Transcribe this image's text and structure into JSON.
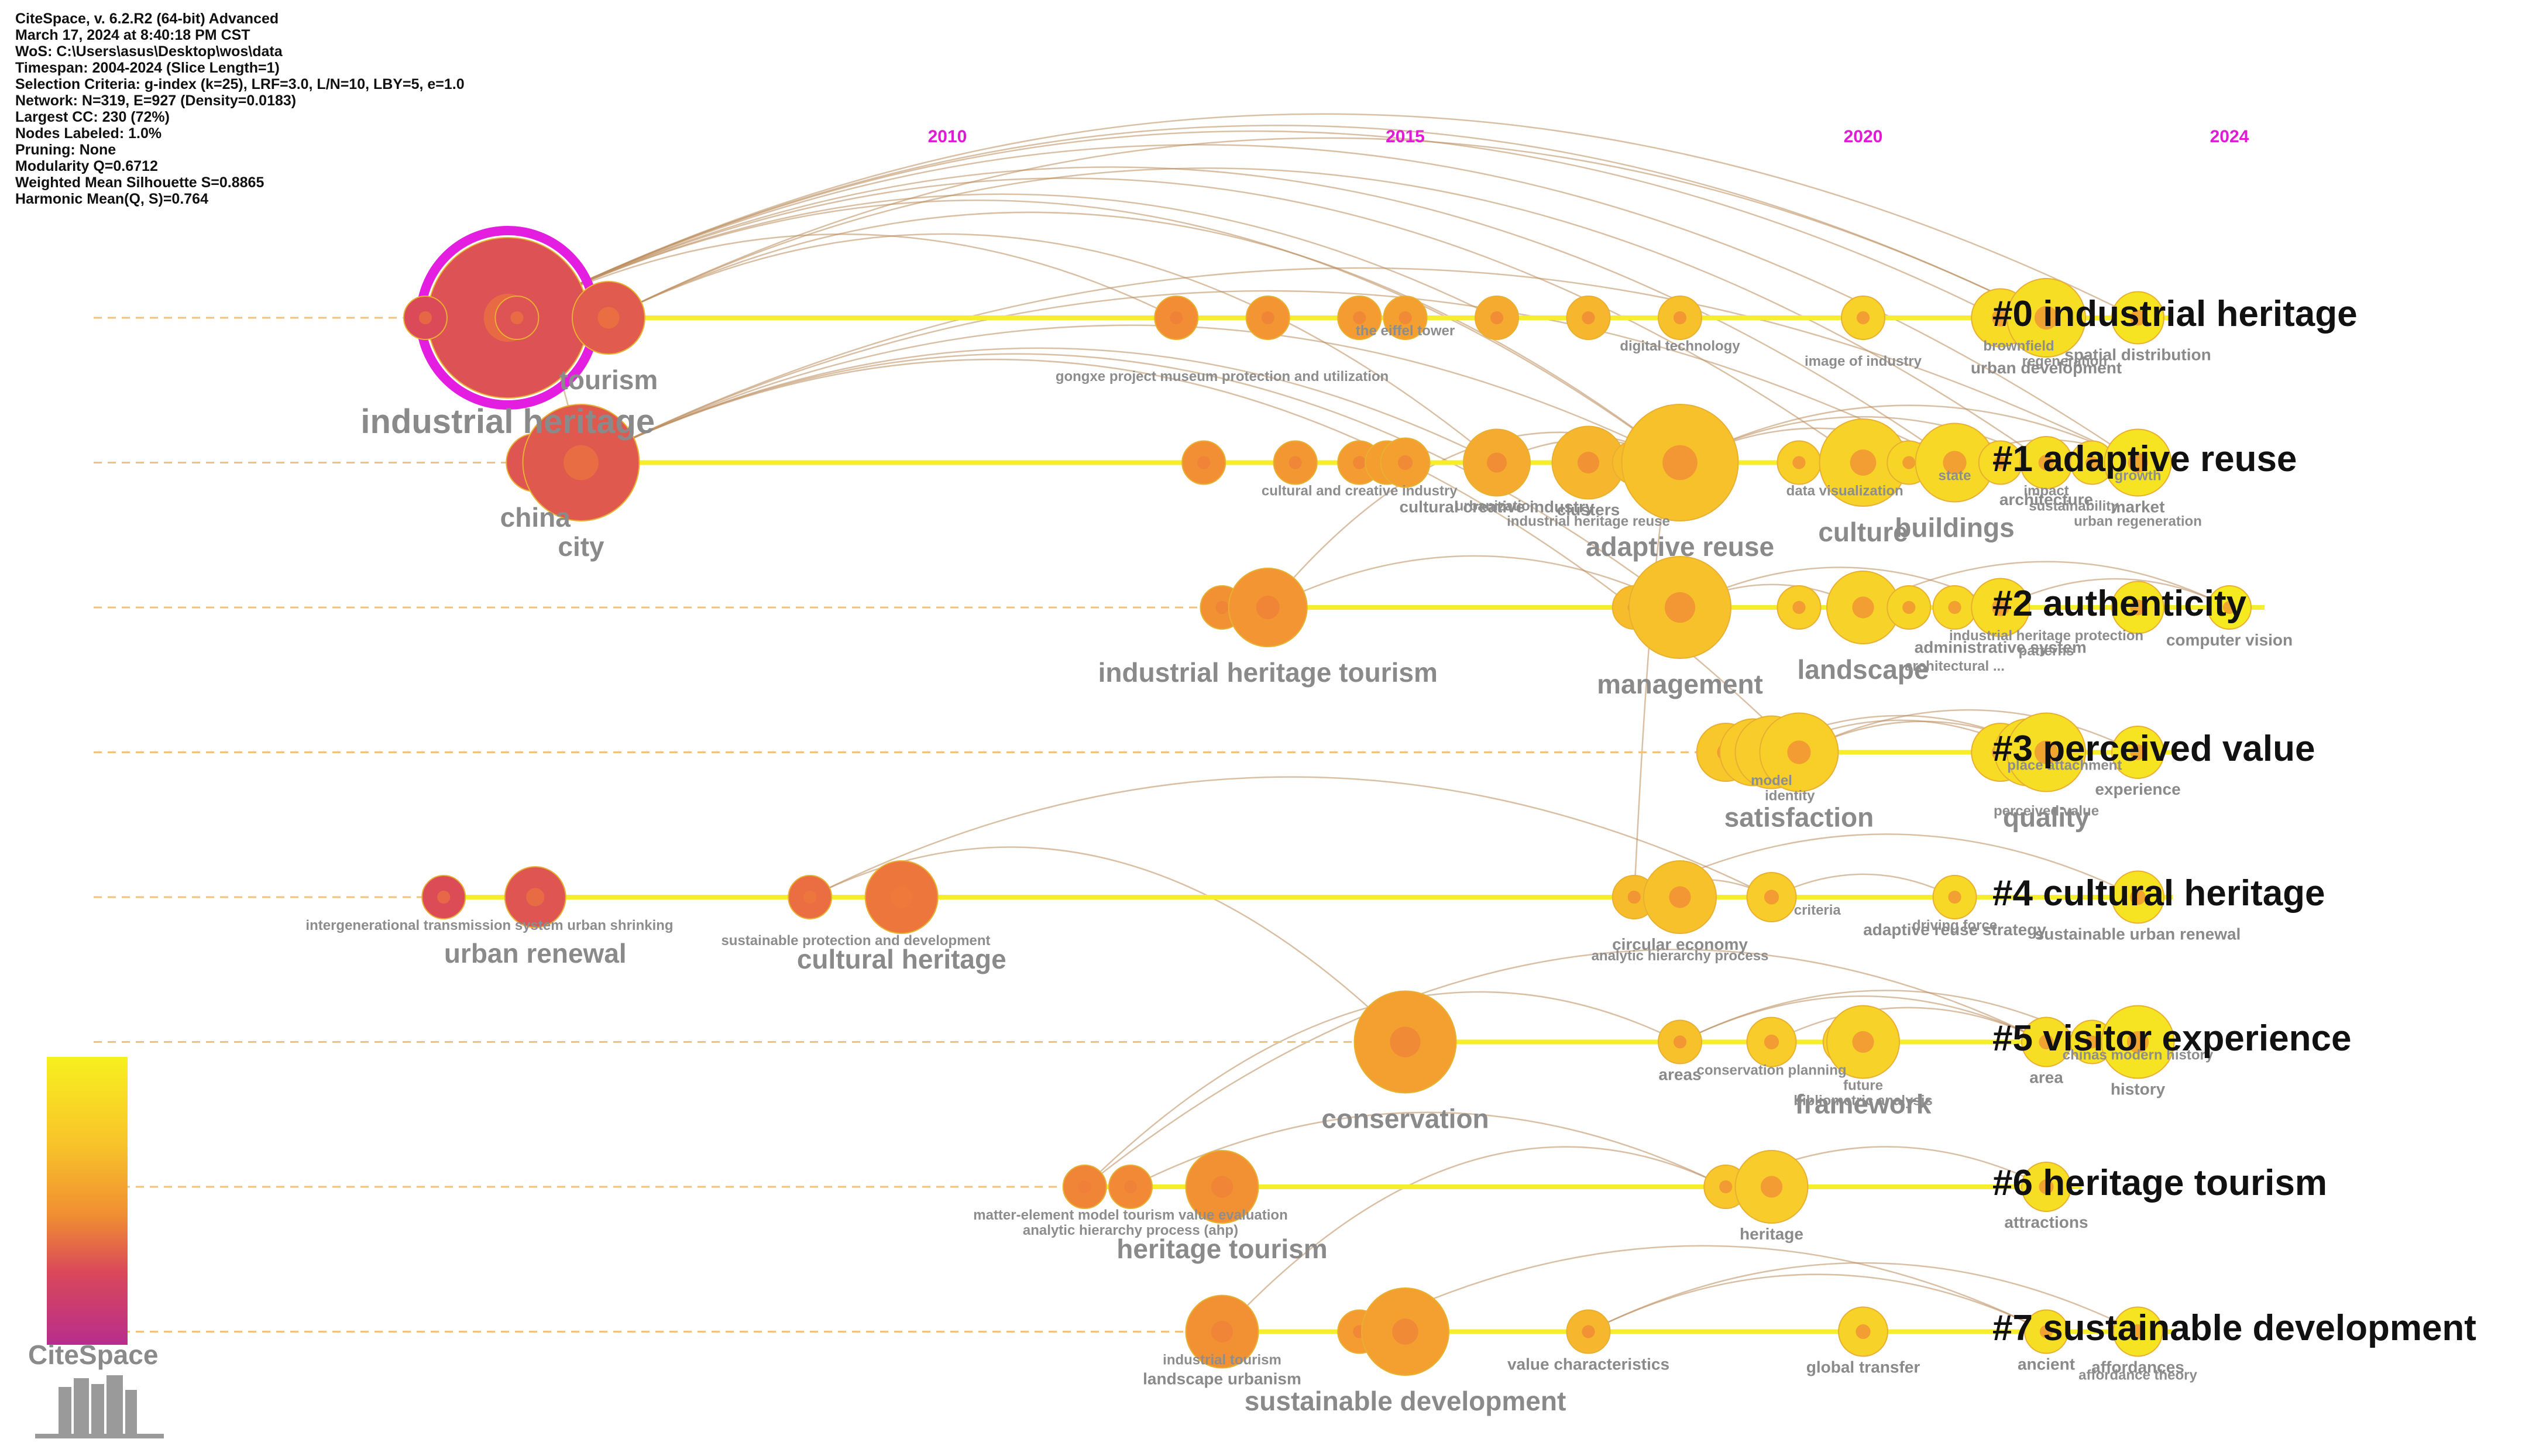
{
  "meta_lines": [
    "CiteSpace, v. 6.2.R2 (64-bit) Advanced",
    "March 17, 2024 at 8:40:18 PM CST",
    "WoS: C:\\Users\\asus\\Desktop\\wos\\data",
    "Timespan: 2004-2024 (Slice Length=1)",
    "Selection Criteria: g-index (k=25), LRF=3.0, L/N=10, LBY=5, e=1.0",
    "Network: N=319, E=927 (Density=0.0183)",
    "Largest CC: 230 (72%)",
    "Nodes Labeled: 1.0%",
    "Pruning: None",
    "Modularity Q=0.6712",
    "Weighted Mean Silhouette S=0.8865",
    "Harmonic Mean(Q, S)=0.764"
  ],
  "years": [
    {
      "label": "2010",
      "year": 2010
    },
    {
      "label": "2015",
      "year": 2015
    },
    {
      "label": "2020",
      "year": 2020
    },
    {
      "label": "2024",
      "year": 2024
    }
  ],
  "clusters": [
    {
      "id": 0,
      "label": "#0 industrial heritage"
    },
    {
      "id": 1,
      "label": "#1 adaptive reuse"
    },
    {
      "id": 2,
      "label": "#2 authenticity"
    },
    {
      "id": 3,
      "label": "#3 perceived value"
    },
    {
      "id": 4,
      "label": "#4 cultural heritage"
    },
    {
      "id": 5,
      "label": "#5 visitor experience"
    },
    {
      "id": 6,
      "label": "#6 heritage tourism"
    },
    {
      "id": 7,
      "label": "#7 sustainable development"
    }
  ],
  "nodes": [
    {
      "cluster": 0,
      "year": 2005.2,
      "size": 5,
      "label": "industrial heritage",
      "big": true,
      "ring": true
    },
    {
      "cluster": 0,
      "year": 2006.3,
      "size": 2,
      "label": "tourism",
      "big": true
    },
    {
      "cluster": 0,
      "year": 2004.3,
      "size": 1
    },
    {
      "cluster": 0,
      "year": 2005.3,
      "size": 1
    },
    {
      "cluster": 0,
      "year": 2012.5,
      "size": 1
    },
    {
      "cluster": 0,
      "year": 2013.5,
      "size": 1
    },
    {
      "cluster": 0,
      "year": 2014.5,
      "size": 1
    },
    {
      "cluster": 0,
      "year": 2015.0,
      "size": 1
    },
    {
      "cluster": 0,
      "year": 2016.0,
      "size": 1
    },
    {
      "cluster": 0,
      "year": 2017.0,
      "size": 1
    },
    {
      "cluster": 0,
      "year": 2018.0,
      "size": 1
    },
    {
      "cluster": 0,
      "year": 2020.0,
      "size": 1
    },
    {
      "cluster": 0,
      "year": 2021.5,
      "size": 1.5
    },
    {
      "cluster": 0,
      "year": 2022.0,
      "size": 2.2,
      "label": "urban development"
    },
    {
      "cluster": 0,
      "year": 2023.0,
      "size": 1.3,
      "label": "spatial distribution"
    },
    {
      "cluster": 1,
      "year": 2005.5,
      "size": 1.5,
      "label": "china",
      "big": true
    },
    {
      "cluster": 1,
      "year": 2006.0,
      "size": 3.5,
      "label": "city",
      "big": true
    },
    {
      "cluster": 1,
      "year": 2012.8,
      "size": 1
    },
    {
      "cluster": 1,
      "year": 2013.8,
      "size": 1
    },
    {
      "cluster": 1,
      "year": 2014.5,
      "size": 1
    },
    {
      "cluster": 1,
      "year": 2014.8,
      "size": 1
    },
    {
      "cluster": 1,
      "year": 2015.0,
      "size": 1.2
    },
    {
      "cluster": 1,
      "year": 2016.0,
      "size": 1.8,
      "label": "cultural creative industry"
    },
    {
      "cluster": 1,
      "year": 2017.0,
      "size": 2,
      "label": "clusters"
    },
    {
      "cluster": 1,
      "year": 2017.5,
      "size": 1
    },
    {
      "cluster": 1,
      "year": 2018.0,
      "size": 3.5,
      "label": "adaptive reuse",
      "big": true
    },
    {
      "cluster": 1,
      "year": 2019.3,
      "size": 1
    },
    {
      "cluster": 1,
      "year": 2020.0,
      "size": 2.5,
      "label": "culture",
      "big": true
    },
    {
      "cluster": 1,
      "year": 2020.5,
      "size": 1
    },
    {
      "cluster": 1,
      "year": 2021.0,
      "size": 2.2,
      "label": "buildings",
      "big": true
    },
    {
      "cluster": 1,
      "year": 2021.5,
      "size": 1
    },
    {
      "cluster": 1,
      "year": 2022.0,
      "size": 1.3,
      "label": "architecture"
    },
    {
      "cluster": 1,
      "year": 2022.5,
      "size": 1
    },
    {
      "cluster": 1,
      "year": 2023.0,
      "size": 1.8,
      "label": "market"
    },
    {
      "cluster": 2,
      "year": 2013.0,
      "size": 1
    },
    {
      "cluster": 2,
      "year": 2013.5,
      "size": 2.2,
      "label": "industrial heritage tourism",
      "big": true
    },
    {
      "cluster": 2,
      "year": 2017.5,
      "size": 1
    },
    {
      "cluster": 2,
      "year": 2018.0,
      "size": 3,
      "label": "management",
      "big": true
    },
    {
      "cluster": 2,
      "year": 2019.3,
      "size": 1
    },
    {
      "cluster": 2,
      "year": 2020.0,
      "size": 2,
      "label": "landscape",
      "big": true
    },
    {
      "cluster": 2,
      "year": 2020.5,
      "size": 1
    },
    {
      "cluster": 2,
      "year": 2021.0,
      "size": 1
    },
    {
      "cluster": 2,
      "year": 2021.5,
      "size": 1.5,
      "label": "administrative system"
    },
    {
      "cluster": 2,
      "year": 2023.0,
      "size": 1.3
    },
    {
      "cluster": 2,
      "year": 2024.0,
      "size": 1,
      "label": "computer vision"
    },
    {
      "cluster": 3,
      "year": 2018.5,
      "size": 1.5
    },
    {
      "cluster": 3,
      "year": 2018.8,
      "size": 1.8
    },
    {
      "cluster": 3,
      "year": 2019.0,
      "size": 2
    },
    {
      "cluster": 3,
      "year": 2019.3,
      "size": 2.2,
      "label": "satisfaction",
      "big": true
    },
    {
      "cluster": 3,
      "year": 2021.5,
      "size": 1.5
    },
    {
      "cluster": 3,
      "year": 2021.8,
      "size": 1.8
    },
    {
      "cluster": 3,
      "year": 2022.0,
      "size": 2.2,
      "label": "quality",
      "big": true
    },
    {
      "cluster": 3,
      "year": 2023.0,
      "size": 1.3,
      "label": "experience"
    },
    {
      "cluster": 4,
      "year": 2004.5,
      "size": 1
    },
    {
      "cluster": 4,
      "year": 2005.5,
      "size": 1.6,
      "label": "urban renewal",
      "big": true
    },
    {
      "cluster": 4,
      "year": 2008.5,
      "size": 1
    },
    {
      "cluster": 4,
      "year": 2009.5,
      "size": 2,
      "label": "cultural heritage",
      "big": true
    },
    {
      "cluster": 4,
      "year": 2017.5,
      "size": 1
    },
    {
      "cluster": 4,
      "year": 2018.0,
      "size": 2,
      "label": "circular economy"
    },
    {
      "cluster": 4,
      "year": 2019.0,
      "size": 1.2
    },
    {
      "cluster": 4,
      "year": 2021.0,
      "size": 1,
      "label": "adaptive reuse strategy"
    },
    {
      "cluster": 4,
      "year": 2023.0,
      "size": 1.3,
      "label": "sustainable urban renewal"
    },
    {
      "cluster": 5,
      "year": 2015.0,
      "size": 3,
      "label": "conservation",
      "big": true
    },
    {
      "cluster": 5,
      "year": 2018.0,
      "size": 1,
      "label": "areas"
    },
    {
      "cluster": 5,
      "year": 2019.0,
      "size": 1.2
    },
    {
      "cluster": 5,
      "year": 2019.8,
      "size": 1
    },
    {
      "cluster": 5,
      "year": 2020.0,
      "size": 2,
      "label": "framework",
      "big": true
    },
    {
      "cluster": 5,
      "year": 2022.0,
      "size": 1.2,
      "label": "area"
    },
    {
      "cluster": 5,
      "year": 2022.5,
      "size": 1
    },
    {
      "cluster": 5,
      "year": 2023.0,
      "size": 2,
      "label": "history"
    },
    {
      "cluster": 6,
      "year": 2011.5,
      "size": 1
    },
    {
      "cluster": 6,
      "year": 2012.0,
      "size": 1
    },
    {
      "cluster": 6,
      "year": 2013.0,
      "size": 2,
      "label": "heritage tourism",
      "big": true
    },
    {
      "cluster": 6,
      "year": 2018.5,
      "size": 1
    },
    {
      "cluster": 6,
      "year": 2019.0,
      "size": 2,
      "label": "heritage"
    },
    {
      "cluster": 6,
      "year": 2022.0,
      "size": 1.2,
      "label": "attractions"
    },
    {
      "cluster": 7,
      "year": 2013.0,
      "size": 2,
      "label": "landscape urbanism"
    },
    {
      "cluster": 7,
      "year": 2014.5,
      "size": 1
    },
    {
      "cluster": 7,
      "year": 2015.0,
      "size": 2.5,
      "label": "sustainable development",
      "big": true
    },
    {
      "cluster": 7,
      "year": 2017.0,
      "size": 1,
      "label": "value characteristics"
    },
    {
      "cluster": 7,
      "year": 2020.0,
      "size": 1.2,
      "label": "global transfer"
    },
    {
      "cluster": 7,
      "year": 2022.0,
      "size": 1,
      "label": "ancient"
    },
    {
      "cluster": 7,
      "year": 2023.0,
      "size": 1.2,
      "label": "affordances"
    }
  ],
  "extra_labels": [
    {
      "cluster": 0,
      "year": 2021.7,
      "text": "brownfield"
    },
    {
      "cluster": 0,
      "year": 2022.2,
      "text": "regeneration"
    },
    {
      "cluster": 0,
      "year": 2013.0,
      "text": "gongxe project museum protection and utilization"
    },
    {
      "cluster": 0,
      "year": 2015.0,
      "text": "the eiffel tower"
    },
    {
      "cluster": 0,
      "year": 2018.0,
      "text": "digital technology"
    },
    {
      "cluster": 0,
      "year": 2020.0,
      "text": "image of industry"
    },
    {
      "cluster": 1,
      "year": 2014.5,
      "text": "cultural and creative industry"
    },
    {
      "cluster": 1,
      "year": 2016.0,
      "text": "urbanization"
    },
    {
      "cluster": 1,
      "year": 2017.0,
      "text": "industrial heritage reuse"
    },
    {
      "cluster": 1,
      "year": 2021.0,
      "text": "state"
    },
    {
      "cluster": 1,
      "year": 2022.0,
      "text": "impact"
    },
    {
      "cluster": 1,
      "year": 2022.3,
      "text": "sustainability"
    },
    {
      "cluster": 1,
      "year": 2023.0,
      "text": "urban regeneration"
    },
    {
      "cluster": 1,
      "year": 2023.0,
      "text": "growth"
    },
    {
      "cluster": 1,
      "year": 2019.8,
      "text": "data visualization"
    },
    {
      "cluster": 2,
      "year": 2022.0,
      "text": "industrial heritage protection"
    },
    {
      "cluster": 2,
      "year": 2022.0,
      "text": "patterns"
    },
    {
      "cluster": 2,
      "year": 2021.0,
      "text": "architectural ..."
    },
    {
      "cluster": 3,
      "year": 2019.0,
      "text": "model"
    },
    {
      "cluster": 3,
      "year": 2019.2,
      "text": "identity"
    },
    {
      "cluster": 3,
      "year": 2022.0,
      "text": "perceived value"
    },
    {
      "cluster": 3,
      "year": 2022.2,
      "text": "place attachment"
    },
    {
      "cluster": 4,
      "year": 2005.0,
      "text": "intergenerational transmission system urban shrinking"
    },
    {
      "cluster": 4,
      "year": 2009.0,
      "text": "sustainable protection and development"
    },
    {
      "cluster": 4,
      "year": 2018.0,
      "text": "analytic hierarchy process"
    },
    {
      "cluster": 4,
      "year": 2019.5,
      "text": "criteria"
    },
    {
      "cluster": 4,
      "year": 2021.0,
      "text": "driving force"
    },
    {
      "cluster": 5,
      "year": 2019.0,
      "text": "conservation planning"
    },
    {
      "cluster": 5,
      "year": 2020.0,
      "text": "future"
    },
    {
      "cluster": 5,
      "year": 2020.0,
      "text": "bibliometric analysis"
    },
    {
      "cluster": 5,
      "year": 2023.0,
      "text": "chinas modern history"
    },
    {
      "cluster": 6,
      "year": 2012.0,
      "text": "matter-element model tourism value evaluation"
    },
    {
      "cluster": 6,
      "year": 2012.0,
      "text": "analytic hierarchy process (ahp)"
    },
    {
      "cluster": 7,
      "year": 2013.0,
      "text": "industrial tourism"
    },
    {
      "cluster": 7,
      "year": 2023.0,
      "text": "affordance theory"
    }
  ],
  "edges": [
    [
      0,
      0,
      0,
      1
    ],
    [
      0,
      0,
      0,
      4
    ],
    [
      0,
      0,
      0,
      8
    ],
    [
      0,
      0,
      0,
      12
    ],
    [
      0,
      0,
      0,
      13
    ],
    [
      0,
      0,
      0,
      14
    ],
    [
      0,
      0,
      1,
      16
    ],
    [
      0,
      0,
      1,
      25
    ],
    [
      0,
      0,
      1,
      27
    ],
    [
      0,
      0,
      1,
      29
    ],
    [
      0,
      0,
      1,
      33
    ],
    [
      0,
      1,
      1,
      22
    ],
    [
      0,
      1,
      1,
      25
    ],
    [
      0,
      1,
      0,
      13
    ],
    [
      0,
      1,
      1,
      31
    ],
    [
      1,
      16,
      1,
      22
    ],
    [
      1,
      16,
      1,
      25
    ],
    [
      1,
      16,
      1,
      29
    ],
    [
      1,
      16,
      1,
      33
    ],
    [
      1,
      16,
      2,
      37
    ],
    [
      1,
      16,
      3,
      48
    ],
    [
      1,
      22,
      1,
      25
    ],
    [
      1,
      25,
      1,
      29
    ],
    [
      1,
      25,
      1,
      31
    ],
    [
      1,
      25,
      1,
      33
    ],
    [
      1,
      27,
      1,
      31
    ],
    [
      1,
      29,
      1,
      33
    ],
    [
      2,
      35,
      2,
      37
    ],
    [
      2,
      37,
      2,
      39
    ],
    [
      2,
      37,
      2,
      42
    ],
    [
      2,
      39,
      2,
      44
    ],
    [
      2,
      42,
      2,
      44
    ],
    [
      2,
      35,
      1,
      25
    ],
    [
      3,
      48,
      3,
      51
    ],
    [
      3,
      47,
      3,
      50
    ],
    [
      3,
      46,
      3,
      51
    ],
    [
      3,
      48,
      3,
      52
    ],
    [
      4,
      57,
      4,
      59
    ],
    [
      4,
      57,
      4,
      61
    ],
    [
      4,
      55,
      4,
      59
    ],
    [
      4,
      55,
      4,
      62
    ],
    [
      4,
      59,
      4,
      60
    ],
    [
      4,
      57,
      1,
      25
    ],
    [
      5,
      63,
      5,
      67
    ],
    [
      5,
      63,
      5,
      70
    ],
    [
      5,
      67,
      5,
      70
    ],
    [
      5,
      64,
      5,
      67
    ],
    [
      5,
      63,
      5,
      68
    ],
    [
      6,
      73,
      6,
      75
    ],
    [
      6,
      73,
      6,
      76
    ],
    [
      6,
      71,
      6,
      73
    ],
    [
      7,
      79,
      7,
      81
    ],
    [
      7,
      79,
      7,
      83
    ],
    [
      7,
      77,
      7,
      81
    ],
    [
      7,
      79,
      7,
      82
    ]
  ]
}
